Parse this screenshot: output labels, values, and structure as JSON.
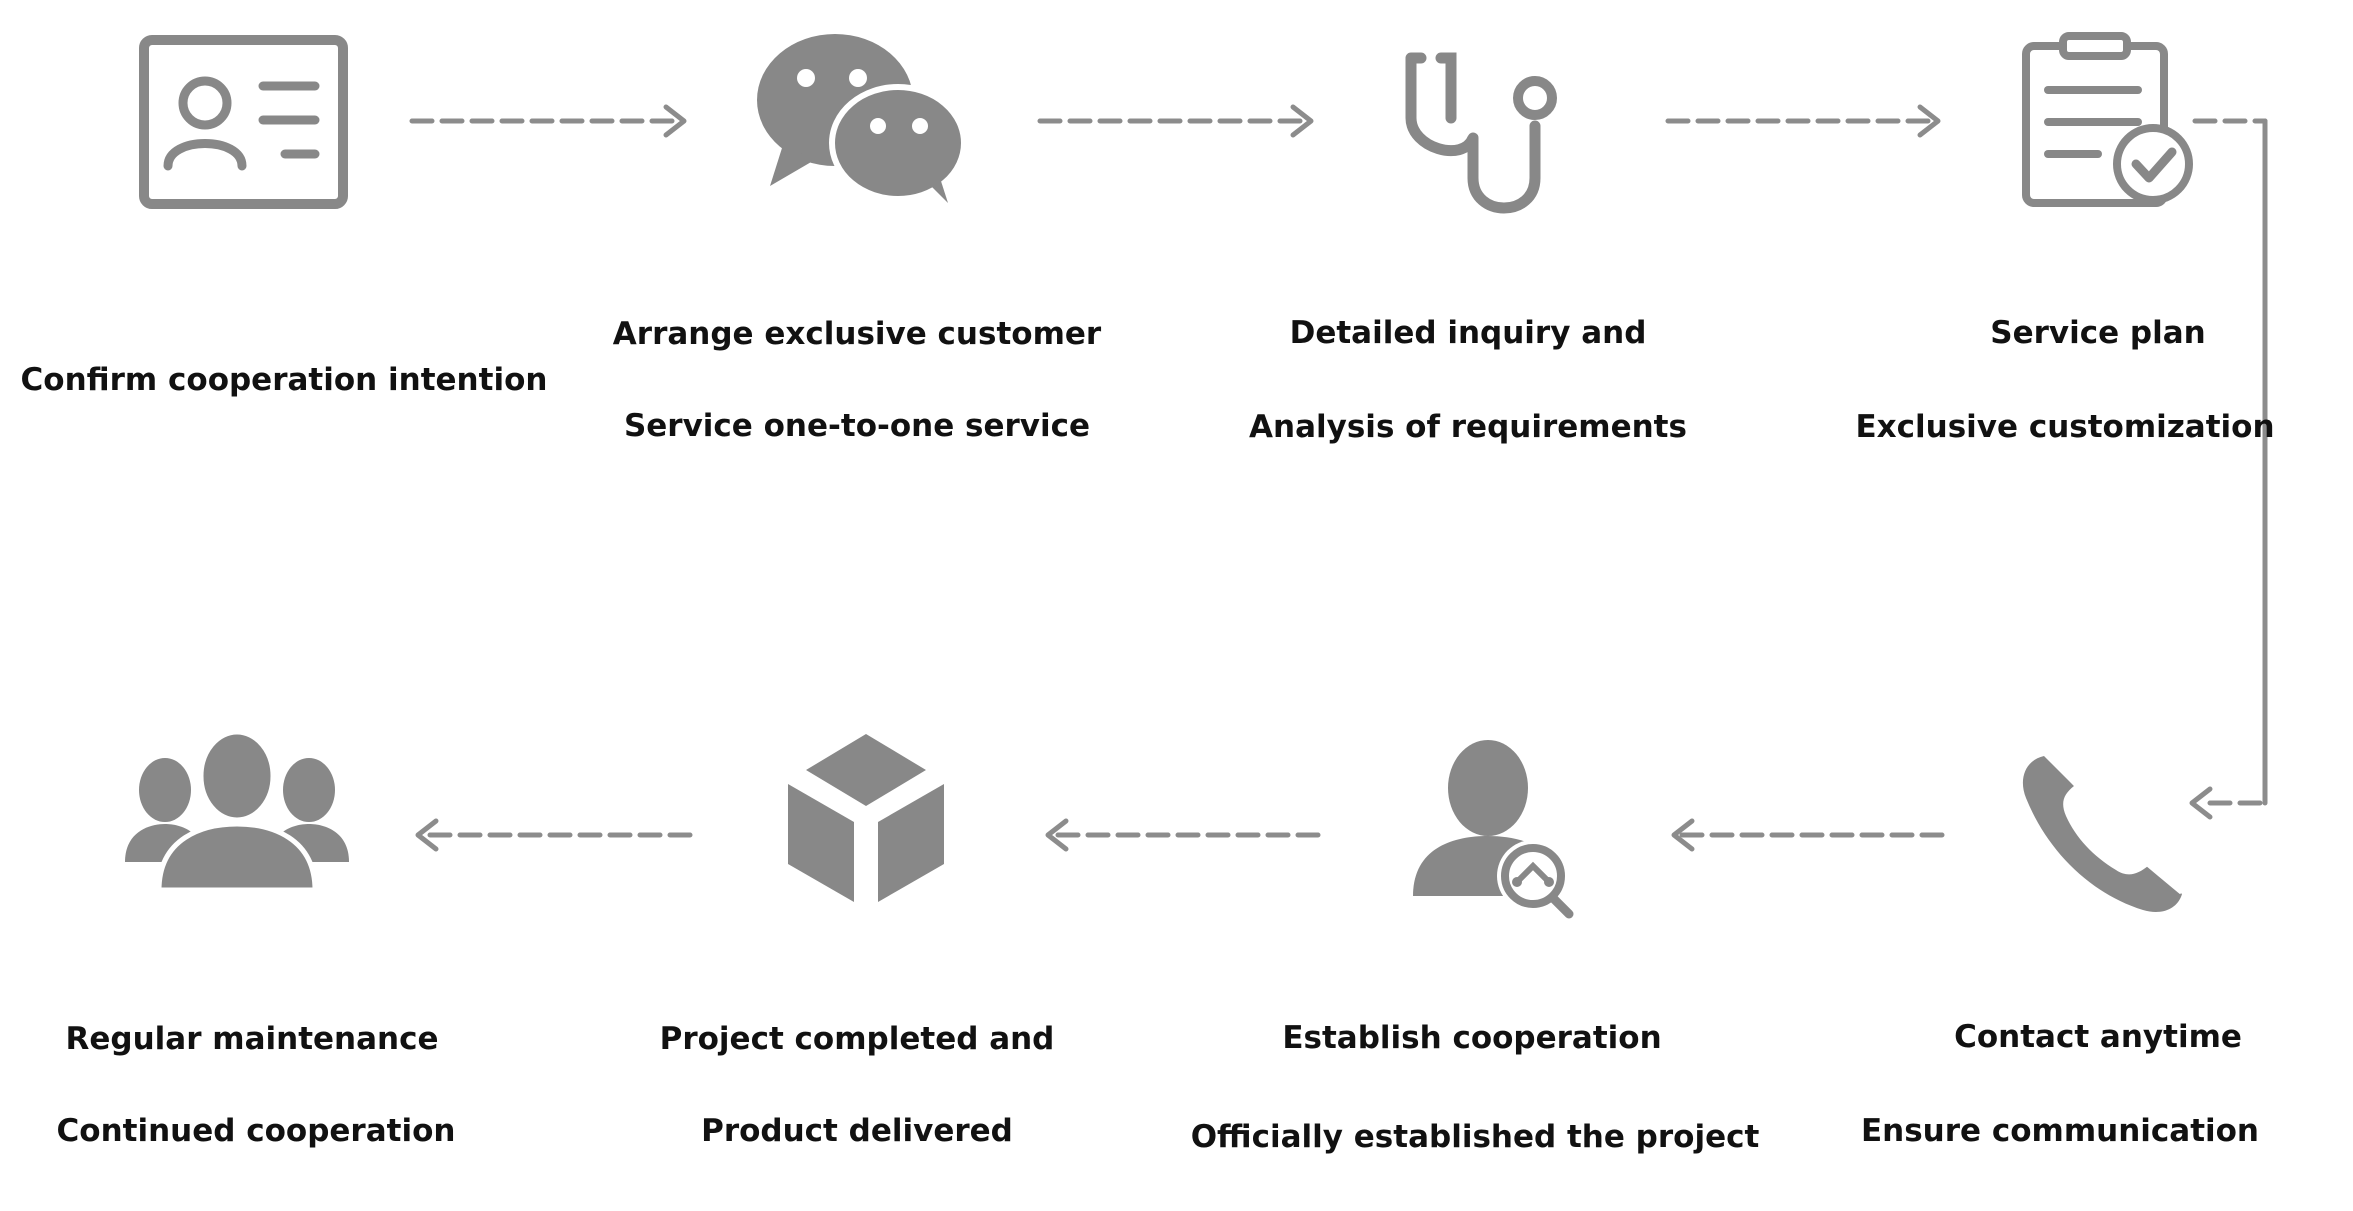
{
  "colors": {
    "icon": "#888888",
    "connector": "#8c8c8c",
    "text": "#111111",
    "background": "#ffffff"
  },
  "steps": [
    {
      "icon": "id-card-icon",
      "lines": [
        "Confirm cooperation intention"
      ]
    },
    {
      "icon": "chat-bubbles-icon",
      "lines": [
        "Arrange exclusive customer",
        "Service one-to-one service"
      ]
    },
    {
      "icon": "stethoscope-icon",
      "lines": [
        "Detailed inquiry and",
        "Analysis of requirements"
      ]
    },
    {
      "icon": "clipboard-check-icon",
      "lines": [
        "Service plan",
        "Exclusive customization"
      ]
    },
    {
      "icon": "phone-icon",
      "lines": [
        "Contact anytime",
        "Ensure communication"
      ]
    },
    {
      "icon": "user-search-icon",
      "lines": [
        "Establish cooperation",
        "Officially established the project"
      ]
    },
    {
      "icon": "cube-icon",
      "lines": [
        "Project completed and",
        "Product delivered"
      ]
    },
    {
      "icon": "group-icon",
      "lines": [
        "Regular maintenance",
        "Continued cooperation"
      ]
    }
  ]
}
